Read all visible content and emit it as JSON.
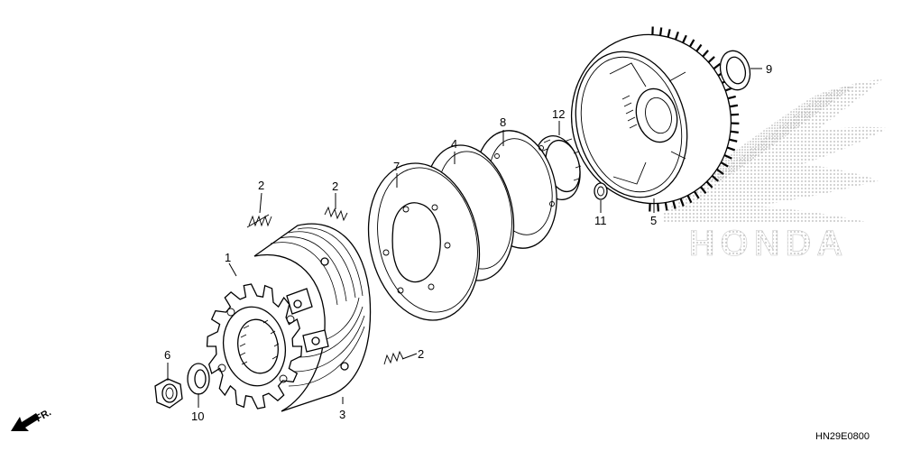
{
  "diagram": {
    "code": "HN29E0800",
    "direction_label": "FR.",
    "watermark_text": "HONDA",
    "callouts": [
      "1",
      "2",
      "2",
      "2",
      "3",
      "4",
      "5",
      "6",
      "7",
      "8",
      "9",
      "10",
      "11",
      "12"
    ]
  },
  "colors": {
    "ink": "#000000",
    "watermark": "#bdbdbd",
    "background": "#ffffff"
  }
}
